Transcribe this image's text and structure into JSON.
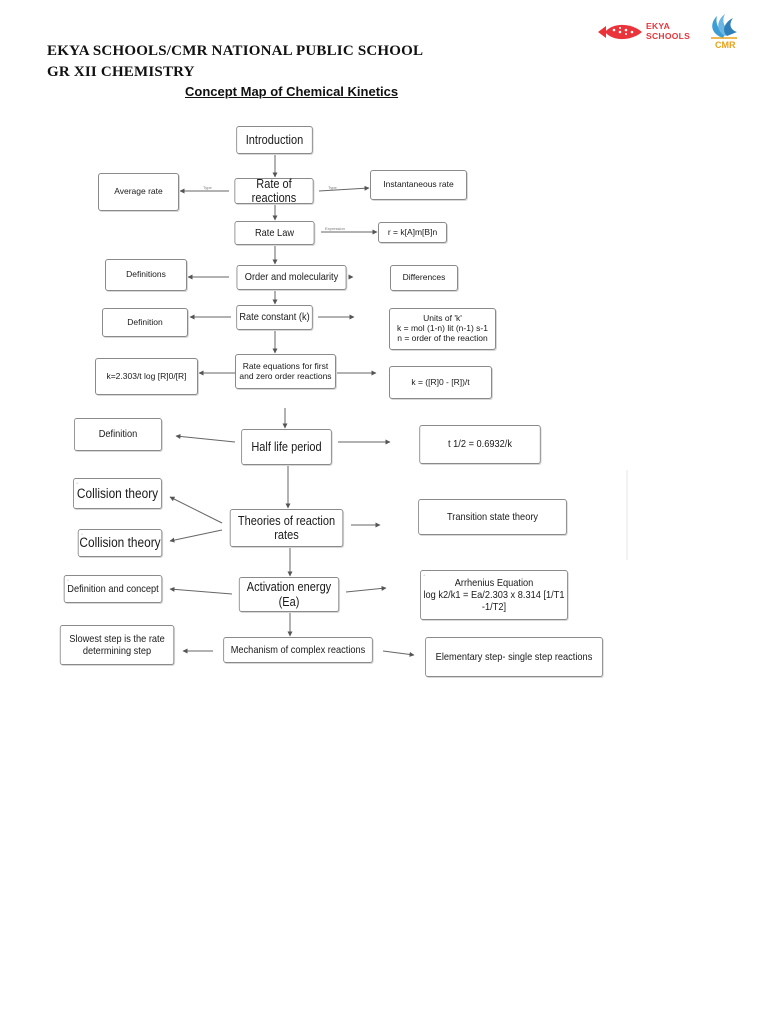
{
  "header": {
    "line1": "EKYA SCHOOLS/CMR NATIONAL PUBLIC SCHOOL",
    "line2": "GR XII CHEMISTRY",
    "map_title": "Concept Map of Chemical Kinetics"
  },
  "logos": {
    "ekya_line1": "EKYA",
    "ekya_line2": "SCHOOLS",
    "cmr": "CMR",
    "ekya_color": "#e8343a",
    "cmr_color": "#e6a21a"
  },
  "nodes": {
    "introduction": "Introduction",
    "rate_of_reactions": "Rate of reactions",
    "average_rate": "Average rate",
    "instantaneous_rate": "Instantaneous rate",
    "rate_law": "Rate Law",
    "rate_law_expression": "r = k[A]m[B]n",
    "order_molecularity": "Order and molecularity",
    "definitions": "Definitions",
    "differences": "Differences",
    "rate_constant": "Rate constant (k)",
    "definition_k": "Definition",
    "units_of_k": "Units of 'k'\nk = mol (1-n)  lit (n-1) s-1\nn = order of the reaction",
    "rate_equations": "Rate equations for first\nand zero order reactions",
    "first_order_eq": "k=2.303/t log [R]0/[R]",
    "zero_order_eq": "k = ([R]0 - [R])/t",
    "half_life": "Half life period",
    "definition_half": "Definition",
    "half_life_eq": "t 1/2 = 0.6932/k",
    "theories": "Theories of reaction rates",
    "collision_theory_1": "Collision theory",
    "collision_theory_2": "Collision theory",
    "transition_state": "Transition state theory",
    "activation_energy": "Activation energy (Ea)",
    "definition_concept": "Definition and concept",
    "arrhenius": "Arrhenius Equation\nlog k2/k1 = Ea/2.303 x 8.314 [1/T1 -1/T2]",
    "mechanism": "Mechanism of complex reactions",
    "slowest_step": "Slowest step is the rate\ndetermining step",
    "elementary_step": "Elementary step- single step reactions"
  },
  "edge_labels": {
    "type_left": "Type",
    "type_right": "Type",
    "expression": "Expression"
  }
}
